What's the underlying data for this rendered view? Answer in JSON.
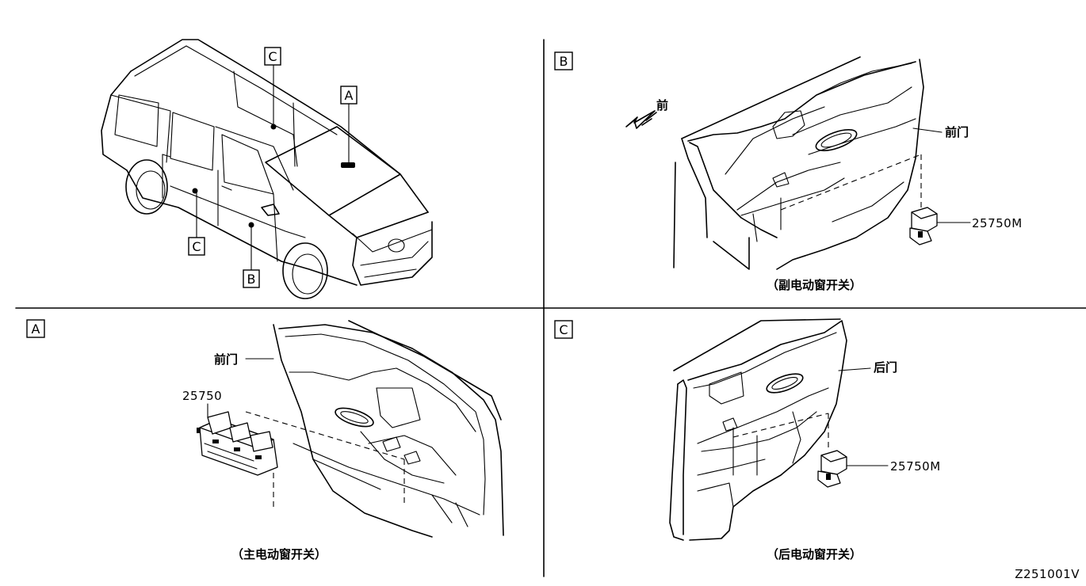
{
  "callouts": {
    "car_c_top": "C",
    "car_a": "A",
    "car_c_bottom": "C",
    "car_b": "B"
  },
  "panel_b": {
    "tag": "B",
    "front_direction": "前",
    "door_label": "前门",
    "part_number": "25750M",
    "caption": "（副电动窗开关）"
  },
  "panel_a": {
    "tag": "A",
    "door_label": "前门",
    "part_number": "25750",
    "caption": "（主电动窗开关）"
  },
  "panel_c": {
    "tag": "C",
    "door_label": "后门",
    "part_number": "25750M",
    "caption": "（后电动窗开关）"
  },
  "diagram_code": "Z251001V"
}
